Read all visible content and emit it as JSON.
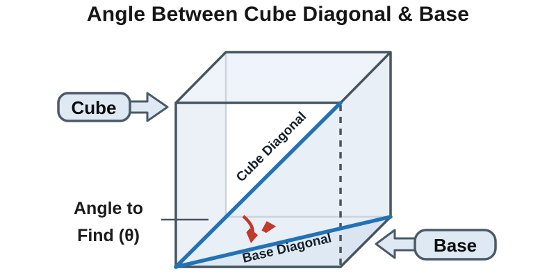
{
  "title": "Angle Between Cube Diagonal & Base",
  "callouts": {
    "cube": "Cube",
    "base": "Base"
  },
  "annotations": {
    "cube_diagonal": "Cube Diagonal",
    "base_diagonal": "Base Diagonal",
    "angle_label_line1": "Angle to",
    "angle_label_line2": "Find (θ)"
  },
  "icons": {
    "cube_callout_arrow": "block-arrow-right",
    "base_callout_arrow": "block-arrow-left",
    "angle_arrow": "curved-double-arrow"
  },
  "colors": {
    "edge_dark": "#46545f",
    "hidden_edge": "#cbd4db",
    "diagonal_blue": "#2272b5",
    "angle_arrow_red": "#c0392b",
    "callout_fill": "#dfe9f4",
    "face_tint_light": "#eff4fa",
    "face_tint_mid": "#e9eff6",
    "base_tint": "#dee9f3",
    "title_color": "#161616"
  }
}
